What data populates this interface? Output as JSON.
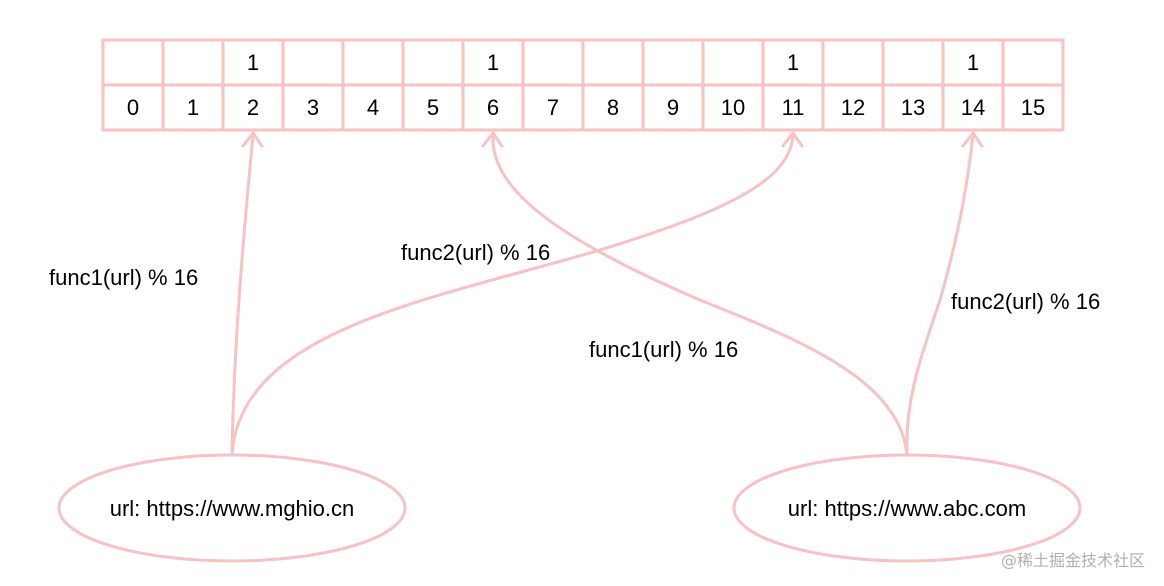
{
  "bit_array": {
    "bits": [
      "",
      "",
      "1",
      "",
      "",
      "",
      "1",
      "",
      "",
      "",
      "",
      "1",
      "",
      "",
      "1",
      ""
    ],
    "indices": [
      "0",
      "1",
      "2",
      "3",
      "4",
      "5",
      "6",
      "7",
      "8",
      "9",
      "10",
      "11",
      "12",
      "13",
      "14",
      "15"
    ]
  },
  "nodes": {
    "left": {
      "label": "url: https://www.mghio.cn"
    },
    "right": {
      "label": "url: https://www.abc.com"
    }
  },
  "edges": [
    {
      "from": "left",
      "target_index": 2,
      "label": "func1(url) % 16"
    },
    {
      "from": "left",
      "target_index": 11,
      "label": "func2(url) % 16"
    },
    {
      "from": "right",
      "target_index": 6,
      "label": "func1(url) % 16"
    },
    {
      "from": "right",
      "target_index": 14,
      "label": "func2(url) % 16"
    }
  ],
  "colors": {
    "stroke": "#f8c2c2",
    "text": "#000000",
    "watermark": "#b0b0b0"
  },
  "watermark": "@稀土掘金技术社区"
}
